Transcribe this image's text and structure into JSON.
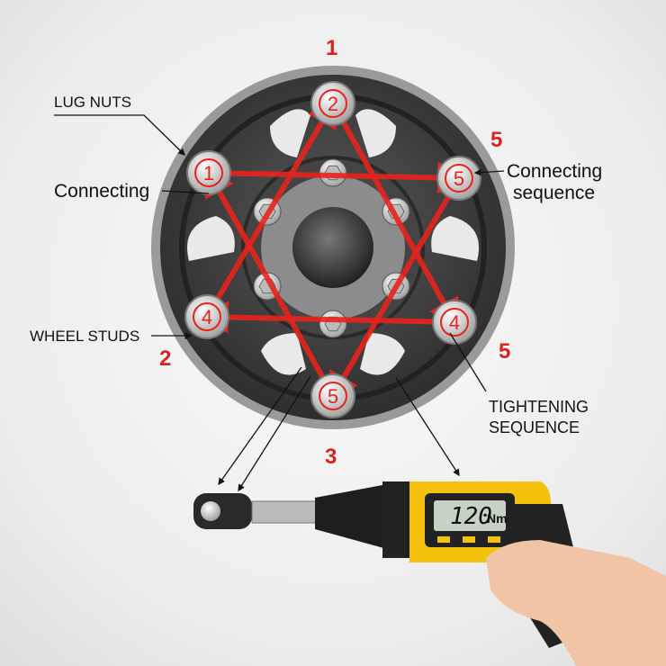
{
  "labels": {
    "lug_nuts": "LUG NUTS",
    "connecting_left": "Connecting",
    "connecting_right_1": "Connecting",
    "connecting_right_2": "sequence",
    "wheel_studs": "WHEEL STUDS",
    "tightening_1": "TIGHTENING",
    "tightening_2": "SEQUENCE"
  },
  "sequence_numbers_outer": [
    "1",
    "5",
    "5",
    "2",
    "3"
  ],
  "lug_nut_numbers": [
    "2",
    "5",
    "4",
    "5",
    "4",
    "1"
  ],
  "torque_display": {
    "value": "120",
    "unit": "Nm"
  },
  "colors": {
    "arrow": "#e8221c",
    "wrench_body": "#f4c20d",
    "wheel": "#3a3a3a"
  }
}
